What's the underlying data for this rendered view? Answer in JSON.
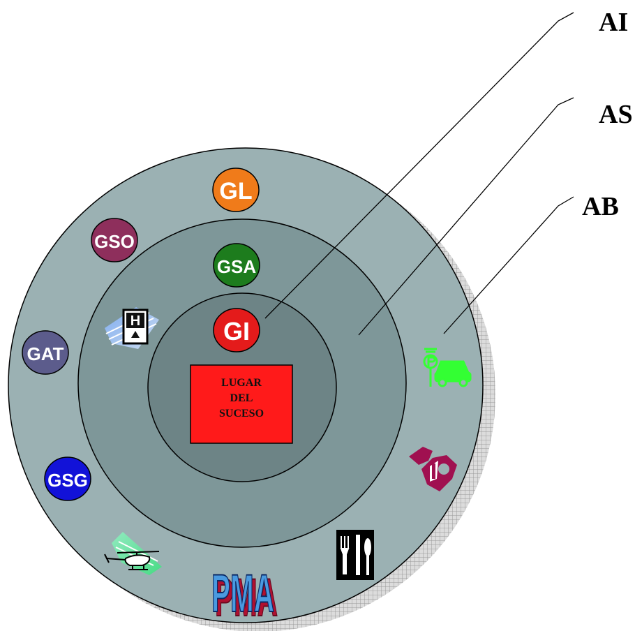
{
  "zone_labels": [
    "AI",
    "AS",
    "AB"
  ],
  "core": {
    "lines": [
      "LUGAR",
      "DEL",
      "SUCESO"
    ]
  },
  "groups": [
    {
      "label": "GL",
      "color": "#f07b1a"
    },
    {
      "label": "GSO",
      "color": "#8e2f5c"
    },
    {
      "label": "GSA",
      "color": "#1d7c1d"
    },
    {
      "label": "GI",
      "color": "#e41b1b"
    },
    {
      "label": "GAT",
      "color": "#5c5c8c"
    },
    {
      "label": "GSG",
      "color": "#1212d8"
    }
  ],
  "pma_label": "PMA",
  "icons": [
    "hospital-sign-icon",
    "parking-car-icon",
    "tools-icon",
    "cutlery-icon",
    "helicopter-icon"
  ],
  "colors": {
    "outer_ring": "#9bb1b3",
    "middle_ring": "#7e9799",
    "inner_ring": "#6d8486",
    "core_box": "#ff1a1a",
    "parking_icon": "#33ff33",
    "tools_icon": "#a01050",
    "pma_fill": "#4a9ae0",
    "pma_shadow": "#b01030"
  }
}
